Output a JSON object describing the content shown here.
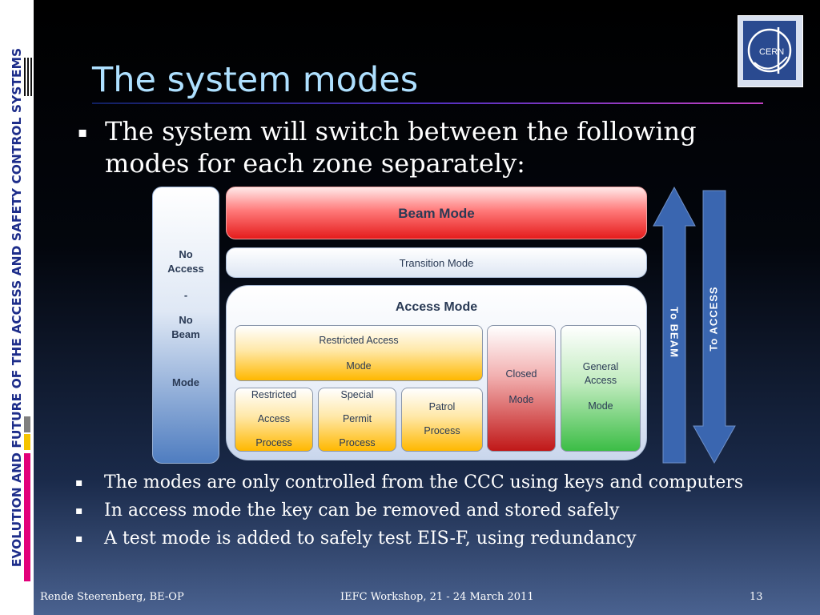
{
  "sidebar": {
    "text": "EVOLUTION AND FUTURE OF THE ACCESS AND SAFETY CONTROL SYSTEMS",
    "accent_colors": [
      "#1d2d8a",
      "#7f7f7f",
      "#f5c400",
      "#e2007a"
    ]
  },
  "title": "The system modes",
  "logo": {
    "text": "CERN"
  },
  "main_bullet": {
    "line1": "The system will switch between the following",
    "line2": "modes for each zone separately:"
  },
  "diagram": {
    "no_access": {
      "line1": "No",
      "line2": "Access",
      "dash": "-",
      "line3": "No",
      "line4": "Beam",
      "line5": "Mode"
    },
    "beam_mode": "Beam Mode",
    "transition_mode": "Transition Mode",
    "access_mode": "Access Mode",
    "restricted_access_mode": {
      "line1": "Restricted Access",
      "line2": "Mode"
    },
    "restricted_access_process": {
      "line1": "Restricted",
      "line2": "Access",
      "line3": "Process"
    },
    "special_permit_process": {
      "line1": "Special",
      "line2": "Permit",
      "line3": "Process"
    },
    "patrol_process": {
      "line1": "Patrol",
      "line2": "Process"
    },
    "closed_mode": {
      "line1": "Closed",
      "line2": "Mode"
    },
    "general_access_mode": {
      "line1": "General",
      "line2": "Access",
      "line3": "Mode"
    },
    "to_beam": "To BEAM",
    "to_access": "To ACCESS"
  },
  "bullets": [
    "The modes are only controlled from the CCC using keys and computers",
    "In access mode the key can be removed and stored safely",
    "A test mode is added to safely test EIS-F, using redundancy"
  ],
  "footer": {
    "author": "Rende Steerenberg, BE-OP",
    "event": "IEFC Workshop, 21 - 24 March 2011",
    "page": "13"
  }
}
